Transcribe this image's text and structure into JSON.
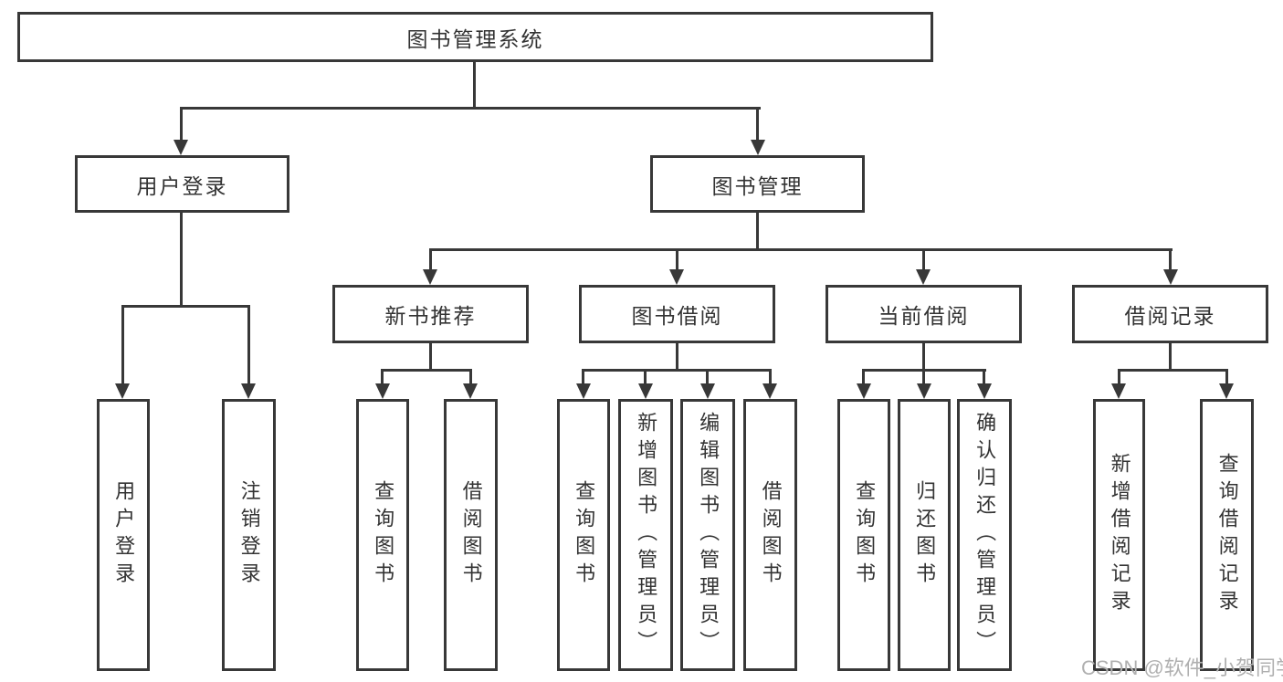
{
  "root": {
    "label": "图书管理系统"
  },
  "branches": {
    "user_login": {
      "label": "用户登录",
      "children": [
        "用户登录",
        "注销登录"
      ]
    },
    "book_mgmt": {
      "label": "图书管理",
      "sections": {
        "new_book_rec": {
          "label": "新书推荐",
          "children": [
            "查询图书",
            "借阅图书"
          ]
        },
        "book_borrow": {
          "label": "图书借阅",
          "children": [
            "查询图书",
            "新增图书（管理员）",
            "编辑图书（管理员）",
            "借阅图书"
          ]
        },
        "current_borrow": {
          "label": "当前借阅",
          "children": [
            "查询图书",
            "归还图书",
            "确认归还（管理员）"
          ]
        },
        "borrow_records": {
          "label": "借阅记录",
          "children": [
            "新增借阅记录",
            "查询借阅记录"
          ]
        }
      }
    }
  },
  "watermark": {
    "text": "CSDN @软件_小贺同学"
  },
  "colors": {
    "line": "#383838",
    "text": "#333333",
    "watermark": "#b0b0b0",
    "background": "#ffffff"
  }
}
